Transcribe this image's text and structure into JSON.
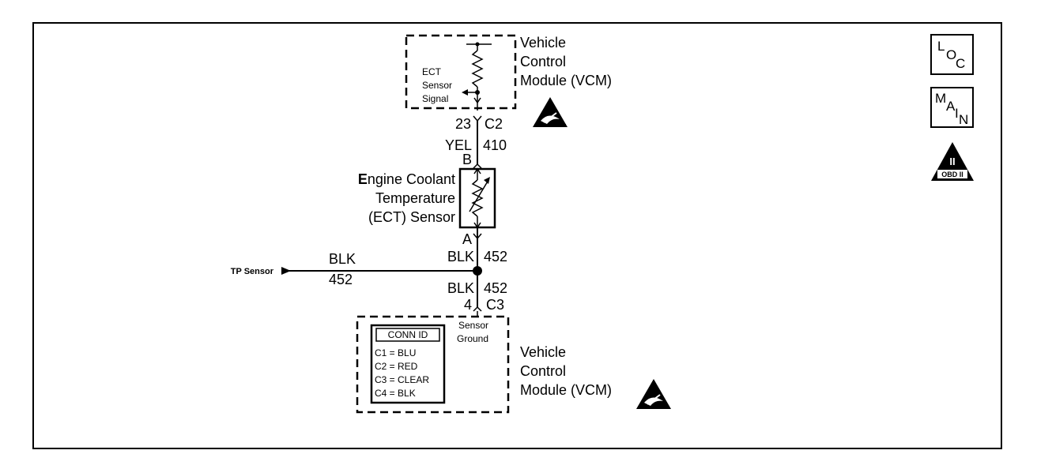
{
  "vcm_top": {
    "title_lines": [
      "Vehicle",
      "Control",
      "Module (VCM)"
    ],
    "inner_label_lines": [
      "ECT",
      "Sensor",
      "Signal"
    ]
  },
  "connector_top": {
    "pin": "23",
    "connector": "C2"
  },
  "wire_top": {
    "color": "YEL",
    "circuit": "410"
  },
  "sensor": {
    "terminal_top": "B",
    "terminal_bottom": "A",
    "name_lines": [
      "Engine Coolant",
      "Temperature",
      "(ECT) Sensor"
    ]
  },
  "wire_mid": {
    "color": "BLK",
    "circuit": "452"
  },
  "tp_branch": {
    "label": "TP Sensor",
    "color": "BLK",
    "circuit": "452"
  },
  "wire_bottom": {
    "color": "BLK",
    "circuit": "452"
  },
  "connector_bottom": {
    "pin": "4",
    "connector": "C3"
  },
  "vcm_bottom": {
    "title_lines": [
      "Vehicle",
      "Control",
      "Module (VCM)"
    ],
    "inner_label_lines": [
      "Sensor",
      "Ground"
    ],
    "conn_id": {
      "header": "CONN ID",
      "rows": [
        "C1 = BLU",
        "C2 = RED",
        "C3 = CLEAR",
        "C4 = BLK"
      ]
    }
  },
  "side_icons": {
    "loc": {
      "letters": [
        "L",
        "O",
        "C"
      ]
    },
    "main": {
      "letters": [
        "M",
        "A",
        "I",
        "N"
      ]
    },
    "obd": {
      "top": "II",
      "bottom": "OBD II"
    }
  },
  "esd_icon": "esd-warning-icon",
  "colors": {
    "ink": "#000000",
    "background": "#ffffff"
  }
}
